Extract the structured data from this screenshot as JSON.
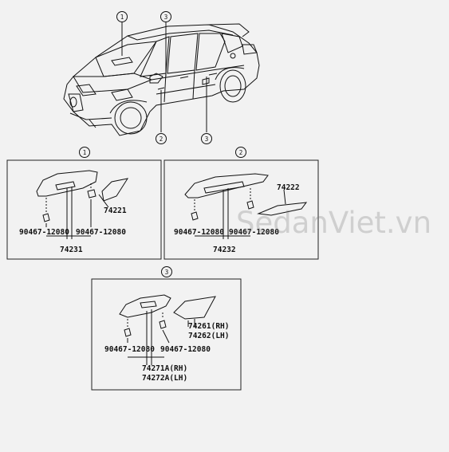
{
  "callouts": {
    "c1": "1",
    "c2": "2",
    "c3": "3"
  },
  "panel1": {
    "callout": "1",
    "part_upper": "74221",
    "clip_left": "90467-12080",
    "clip_right": "90467-12080",
    "part_main": "74231"
  },
  "panel2": {
    "callout": "2",
    "part_upper": "74222",
    "clip_left": "90467-12080",
    "clip_right": "90467-12080",
    "part_main": "74232"
  },
  "panel3": {
    "callout": "3",
    "part_rh": "74261(RH)",
    "part_lh": "74262(LH)",
    "clip_left": "90467-12080",
    "clip_right": "90467-12080",
    "part_main_rh": "74271A(RH)",
    "part_main_lh": "74272A(LH)"
  },
  "watermark": "SedanViet.vn",
  "colors": {
    "line": "#111111",
    "panel_border": "#222222",
    "background": "#f2f2f2"
  }
}
